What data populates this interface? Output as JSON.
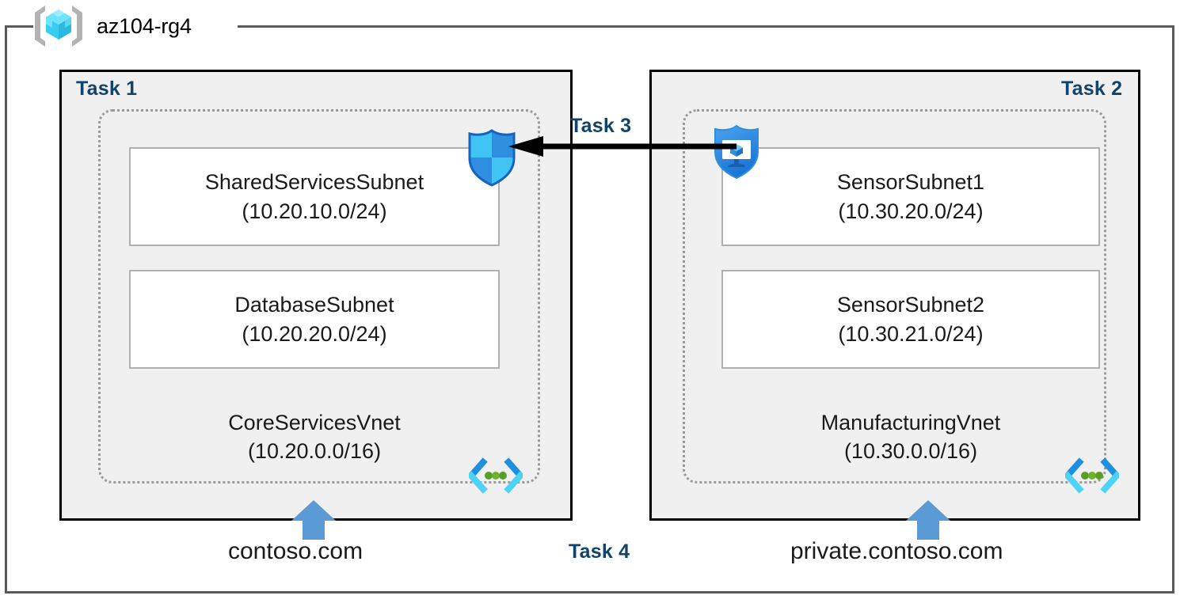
{
  "resource_group": {
    "title": "az104-rg4",
    "icon": "resource-group-cube-icon"
  },
  "tasks": {
    "task1_label": "Task 1",
    "task2_label": "Task 2",
    "task3_label": "Task 3",
    "task4_label": "Task 4"
  },
  "vnets": [
    {
      "id": "corevnet",
      "name": "CoreServicesVnet",
      "cidr": "(10.20.0.0/16)",
      "icon": "virtual-network-icon",
      "subnets": [
        {
          "name": "SharedServicesSubnet",
          "cidr": "(10.20.10.0/24)"
        },
        {
          "name": "DatabaseSubnet",
          "cidr": "(10.20.20.0/24)"
        }
      ]
    },
    {
      "id": "mfgvnet",
      "name": "ManufacturingVnet",
      "cidr": "(10.30.0.0/16)",
      "icon": "virtual-network-icon",
      "subnets": [
        {
          "name": "SensorSubnet1",
          "cidr": "(10.30.20.0/24)"
        },
        {
          "name": "SensorSubnet2",
          "cidr": "(10.30.21.0/24)"
        }
      ]
    }
  ],
  "icons": {
    "shield": "network-security-shield-icon",
    "bastion": "azure-bastion-icon",
    "peering_arrow": "peering-arrow-left-icon",
    "dns_arrow": "dns-up-arrow-icon"
  },
  "dns_zones": {
    "public": "contoso.com",
    "private": "private.contoso.com"
  },
  "colors": {
    "task_label": "#12436b",
    "task_box_fill": "#f0f0f0",
    "task_box_border": "#000000",
    "vnet_border": "#9a9a9a",
    "subnet_border": "#b0b0b0",
    "rg_border": "#58595b",
    "arrow_blue": "#5b9bd5",
    "azure_blue": "#0078d4",
    "cyan": "#32c8f0",
    "green_dot": "#5a9e27"
  }
}
